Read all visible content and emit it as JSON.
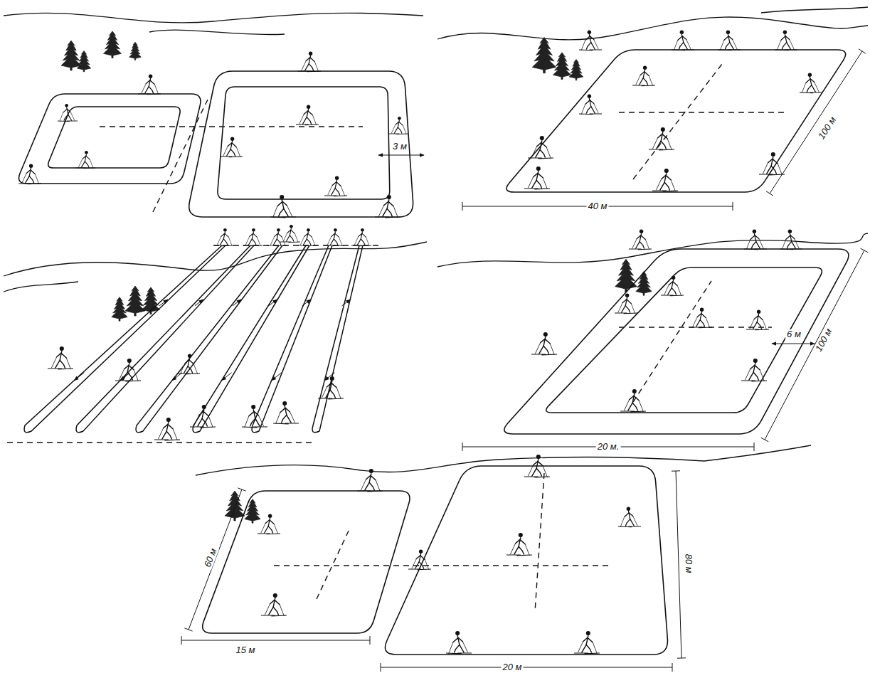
{
  "diagram": {
    "labels": [
      "3 м",
      "100 м",
      "40 м",
      "6 м",
      "100 м",
      "20 м.",
      "60 м",
      "15 м",
      "80 м",
      "20 м"
    ]
  }
}
